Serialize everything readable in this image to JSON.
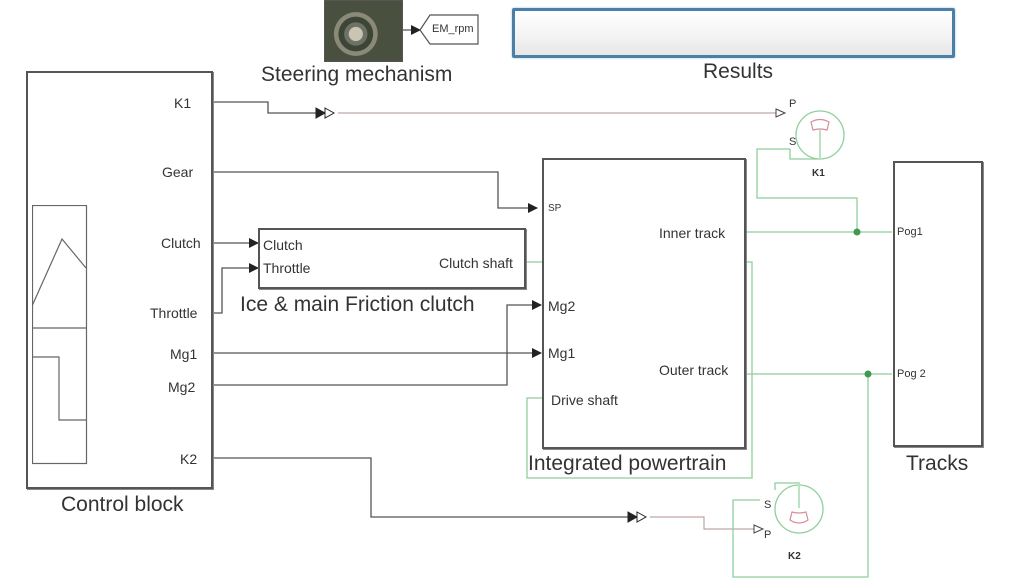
{
  "diagram": {
    "type": "simulink-model",
    "colors": {
      "signal_line": "#555555",
      "physical_line": "#7fc98f",
      "junction": "#3f9a4f",
      "results_border": "#4a7fa8",
      "sensor_gauge": "#d98b9b"
    }
  },
  "blocks": {
    "steering": {
      "title": "Steering mechanism",
      "goto_tag": "EM_rpm"
    },
    "results": {
      "title": "Results"
    },
    "control": {
      "title": "Control block",
      "outputs": [
        "K1",
        "Gear",
        "Clutch",
        "Throttle",
        "Mg1",
        "Mg2",
        "K2"
      ]
    },
    "ice": {
      "title": "Ice & main Friction clutch",
      "inputs": [
        "Clutch",
        "Throttle"
      ],
      "output": "Clutch shaft"
    },
    "powertrain": {
      "title": "Integrated powertrain",
      "inputs": [
        "SP",
        "Mg2",
        "Mg1",
        "Drive shaft"
      ],
      "outputs": [
        "Inner track",
        "Outer track"
      ]
    },
    "tracks": {
      "title": "Tracks",
      "inputs": [
        "Pog1",
        "Pog 2"
      ]
    },
    "sensor_k1": {
      "title": "K1",
      "port_p": "P",
      "port_s": "S"
    },
    "sensor_k2": {
      "title": "K2",
      "port_p": "P",
      "port_s": "S"
    }
  }
}
